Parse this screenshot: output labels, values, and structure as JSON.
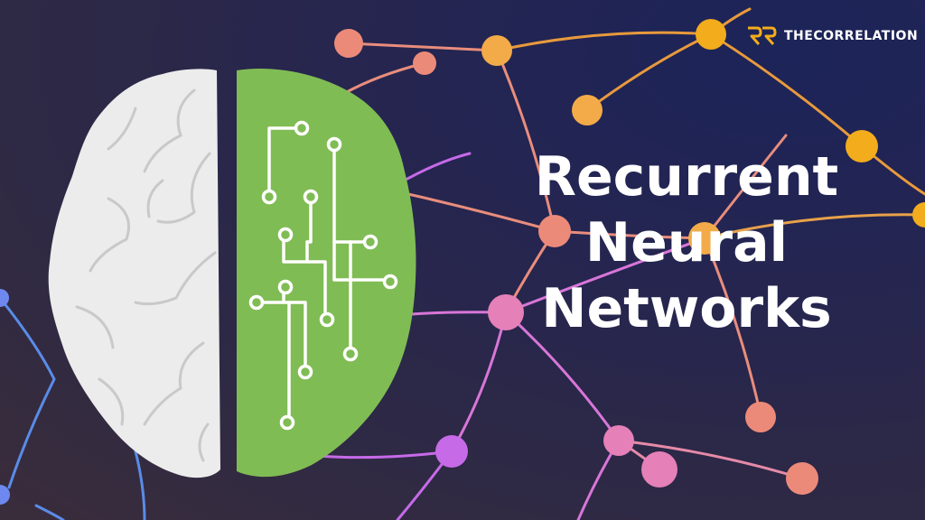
{
  "brand": {
    "name": "THECORRELATION",
    "logo_icon": "rr-logo-icon",
    "accent": "#f2ac1c"
  },
  "headline": {
    "line1": "Recurrent",
    "line2": "Neural",
    "line3": "Networks"
  },
  "colors": {
    "brain_left": "#ececec",
    "brain_right": "#80bc54",
    "node_orange": "#f2ab48",
    "node_salmon": "#ec8a7a",
    "node_pink": "#e580b8",
    "node_violet": "#c66ae8",
    "node_blue": "#6e88f0"
  },
  "icons": [
    "brain-icon",
    "circuit-icon",
    "neural-network-icon"
  ]
}
